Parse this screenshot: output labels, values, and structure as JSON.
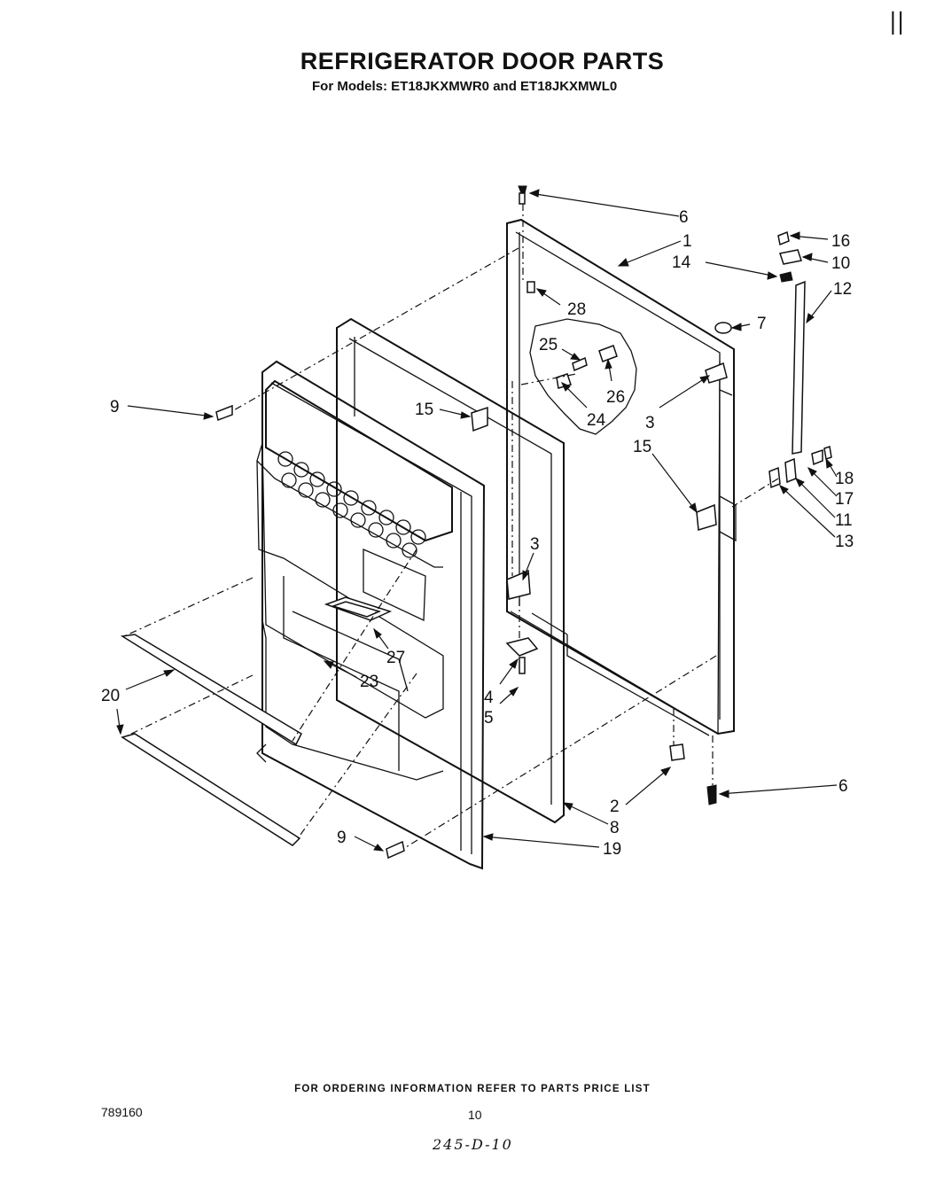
{
  "header": {
    "title": "REFRIGERATOR DOOR PARTS",
    "subtitle": "For Models: ET18JKXMWR0 and ET18JKXMWL0",
    "corner_mark": "||"
  },
  "footer": {
    "note": "FOR ORDERING INFORMATION REFER TO PARTS PRICE LIST",
    "doc_number": "789160",
    "page_number": "10",
    "handwritten": "245-D-10"
  },
  "callouts": {
    "c6a": "6",
    "c1": "1",
    "c16": "16",
    "c10": "10",
    "c14": "14",
    "c12": "12",
    "c28": "28",
    "c7": "7",
    "c25": "25",
    "c26": "26",
    "c24": "24",
    "c3a": "3",
    "c9a": "9",
    "c15a": "15",
    "c15b": "15",
    "c18": "18",
    "c17": "17",
    "c11": "11",
    "c13": "13",
    "c3b": "3",
    "c27": "27",
    "c23": "23",
    "c4": "4",
    "c5": "5",
    "c20": "20",
    "c6b": "6",
    "c2": "2",
    "c8": "8",
    "c9b": "9",
    "c19": "19"
  }
}
